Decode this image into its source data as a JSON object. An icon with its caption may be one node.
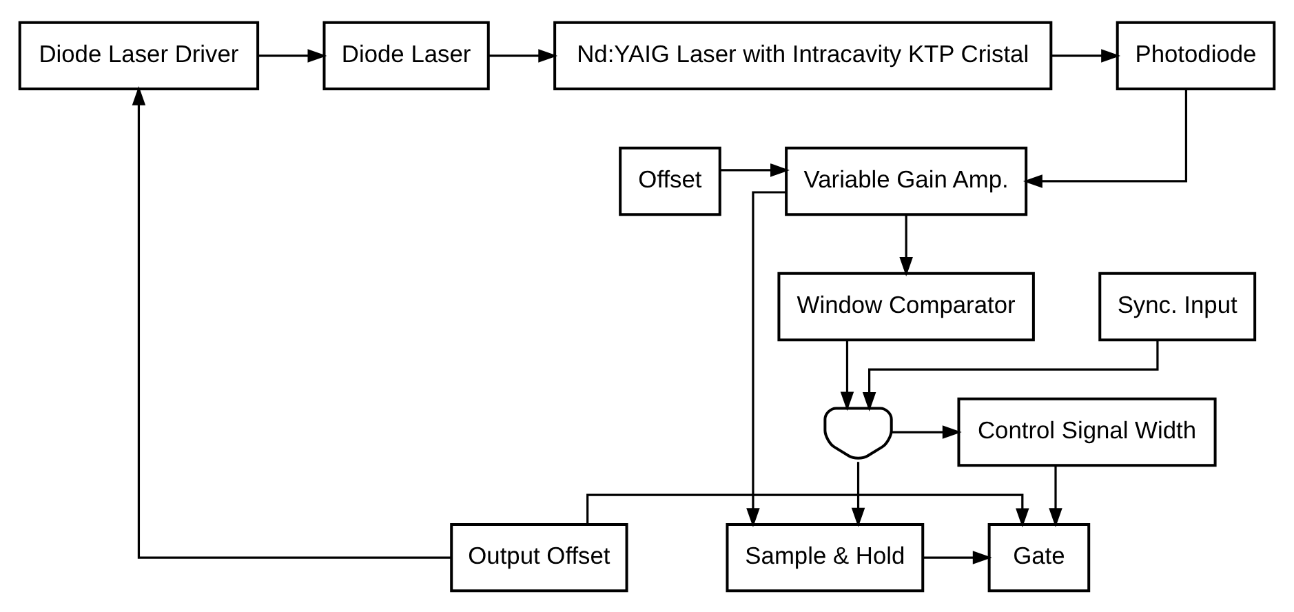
{
  "diagram": {
    "nodes": [
      {
        "text": [
          "Diode Laser Driver"
        ]
      },
      {
        "text": [
          "Diode Laser"
        ]
      },
      {
        "text": [
          "Nd:YAIG Laser with Intracavity KTP Cristal"
        ]
      },
      {
        "text": [
          "Photodiode"
        ]
      },
      {
        "text": [
          "Offset"
        ]
      },
      {
        "text": [
          "Variable Gain Amp."
        ]
      },
      {
        "text": [
          "Output Offset"
        ]
      },
      {
        "text": [
          "Gate"
        ]
      },
      {
        "text": [
          "Sample & Hold"
        ]
      },
      {
        "text": [
          "Window Comparator"
        ]
      },
      {
        "text": [
          "Control Signal Width"
        ]
      },
      {
        "text": [],
        "shape": "gate"
      },
      {
        "text": [
          "Sync. Input"
        ]
      }
    ],
    "edges": [
      {
        "from": 0,
        "to": 1,
        "arrow": "to"
      },
      {
        "from": 1,
        "to": 2,
        "arrow": "to"
      },
      {
        "from": 2,
        "to": 3,
        "arrow": "to"
      },
      {
        "from": 3,
        "to": 5,
        "arrow": "to"
      },
      {
        "from": 4,
        "to": 5,
        "arrow": "to"
      },
      {
        "from": 6,
        "to": 0,
        "arrow": "to"
      },
      {
        "from": 6,
        "to": 7,
        "arrow": "to"
      },
      {
        "from": 5,
        "to": 8,
        "arrow": "to"
      },
      {
        "from": 5,
        "to": 9,
        "arrow": "to"
      },
      {
        "from": 8,
        "to": 7,
        "arrow": "to"
      },
      {
        "from": 9,
        "to": 11,
        "arrow": "to"
      },
      {
        "from": 12,
        "to": 11,
        "arrow": "to"
      },
      {
        "from": 11,
        "to": 10,
        "arrow": "to"
      },
      {
        "from": 11,
        "to": 8,
        "arrow": "to"
      },
      {
        "from": 10,
        "to": 7,
        "arrow": "to"
      }
    ]
  }
}
